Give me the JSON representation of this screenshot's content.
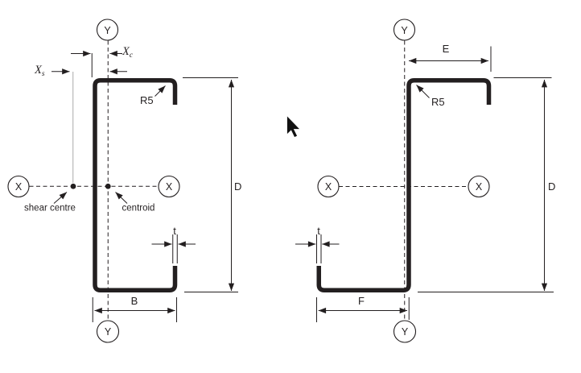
{
  "colors": {
    "line": "#231f20",
    "gray_extension_line": "#a9a9a9",
    "background": "#ffffff"
  },
  "left_section": {
    "axis_top": "Y",
    "axis_bottom": "Y",
    "axis_left": "X",
    "axis_right": "X",
    "radius_label": "R5",
    "depth_label": "D",
    "width_label": "B",
    "thickness_label": "t",
    "centroid_dim": {
      "main": "X",
      "sub": "c"
    },
    "shear_dim": {
      "main": "X",
      "sub": "s"
    },
    "shear_centre_label": "shear centre",
    "centroid_label": "centroid"
  },
  "right_section": {
    "axis_top": "Y",
    "axis_bottom": "Y",
    "axis_left": "X",
    "axis_right": "X",
    "radius_label": "R5",
    "depth_label": "D",
    "top_flange_label": "E",
    "bottom_flange_label": "F",
    "thickness_label": "t"
  }
}
